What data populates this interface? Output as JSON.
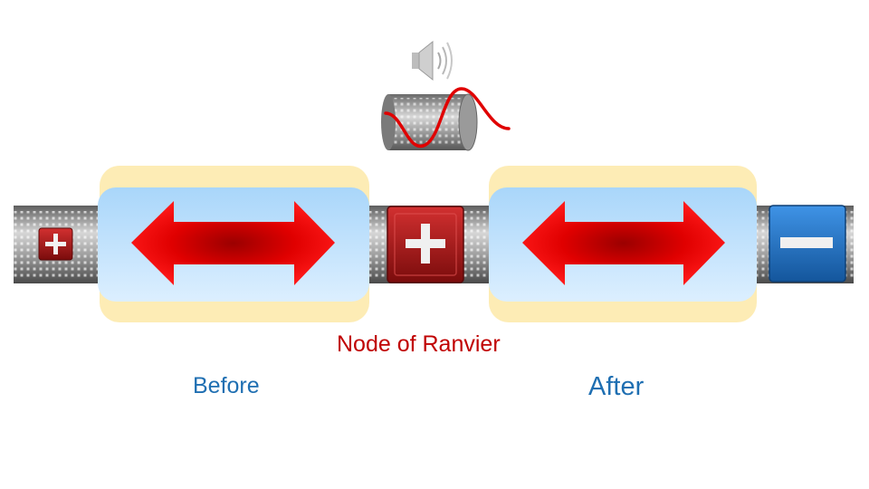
{
  "labels": {
    "node": "Node of Ranvier",
    "before": "Before",
    "after": "After"
  },
  "colors": {
    "label_red": "#c00000",
    "label_blue": "#1f6fb2",
    "arrow_red": "#e00000",
    "plus_red": "#b01818",
    "minus_blue": "#1e6fc0",
    "myelin_blue": "#bfe0fb",
    "myelin_yellow": "#fde9a8",
    "axon_gray": "#8c8c8c"
  },
  "icons": {
    "speaker": "speaker-icon",
    "axon_thumbnail": "axon-wave-icon",
    "charge_positive": "plus-sign",
    "charge_negative": "minus-sign",
    "current_direction": "double-headed-arrow"
  }
}
